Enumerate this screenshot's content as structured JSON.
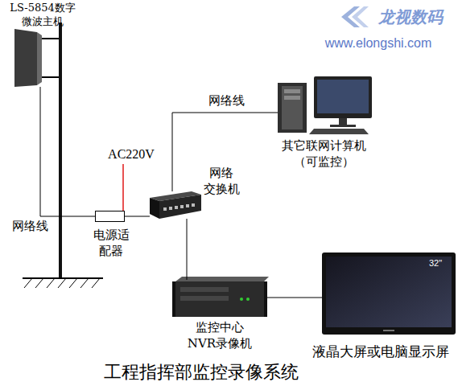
{
  "diagram": {
    "title": "工程指挥部监控录像系统",
    "nodes": [
      {
        "text": [
          "LS-5854数字 微波主机"
        ]
      },
      {
        "text": [
          "电源适 配器"
        ]
      },
      {
        "text": [
          "网络 交换机"
        ]
      },
      {
        "text": [
          "其它联网计算机 （可监控）"
        ]
      },
      {
        "text": [
          "监控中心 NVR录像机"
        ]
      },
      {
        "text": [
          "32\"",
          "液晶大屏或电脑显示屏"
        ]
      }
    ],
    "edges": [
      {
        "from": 0,
        "to": 1,
        "label": "网络线",
        "arrow": "none"
      },
      {
        "from": 1,
        "to": 2,
        "arrow": "none"
      },
      {
        "from": 2,
        "to": 3,
        "label": "网络线",
        "arrow": "none"
      },
      {
        "from": 2,
        "to": 4,
        "arrow": "none"
      },
      {
        "from": 4,
        "to": 5,
        "arrow": "none"
      }
    ],
    "labels": [
      "AC220V",
      "龙视数码",
      "www.elongshi.com"
    ]
  }
}
